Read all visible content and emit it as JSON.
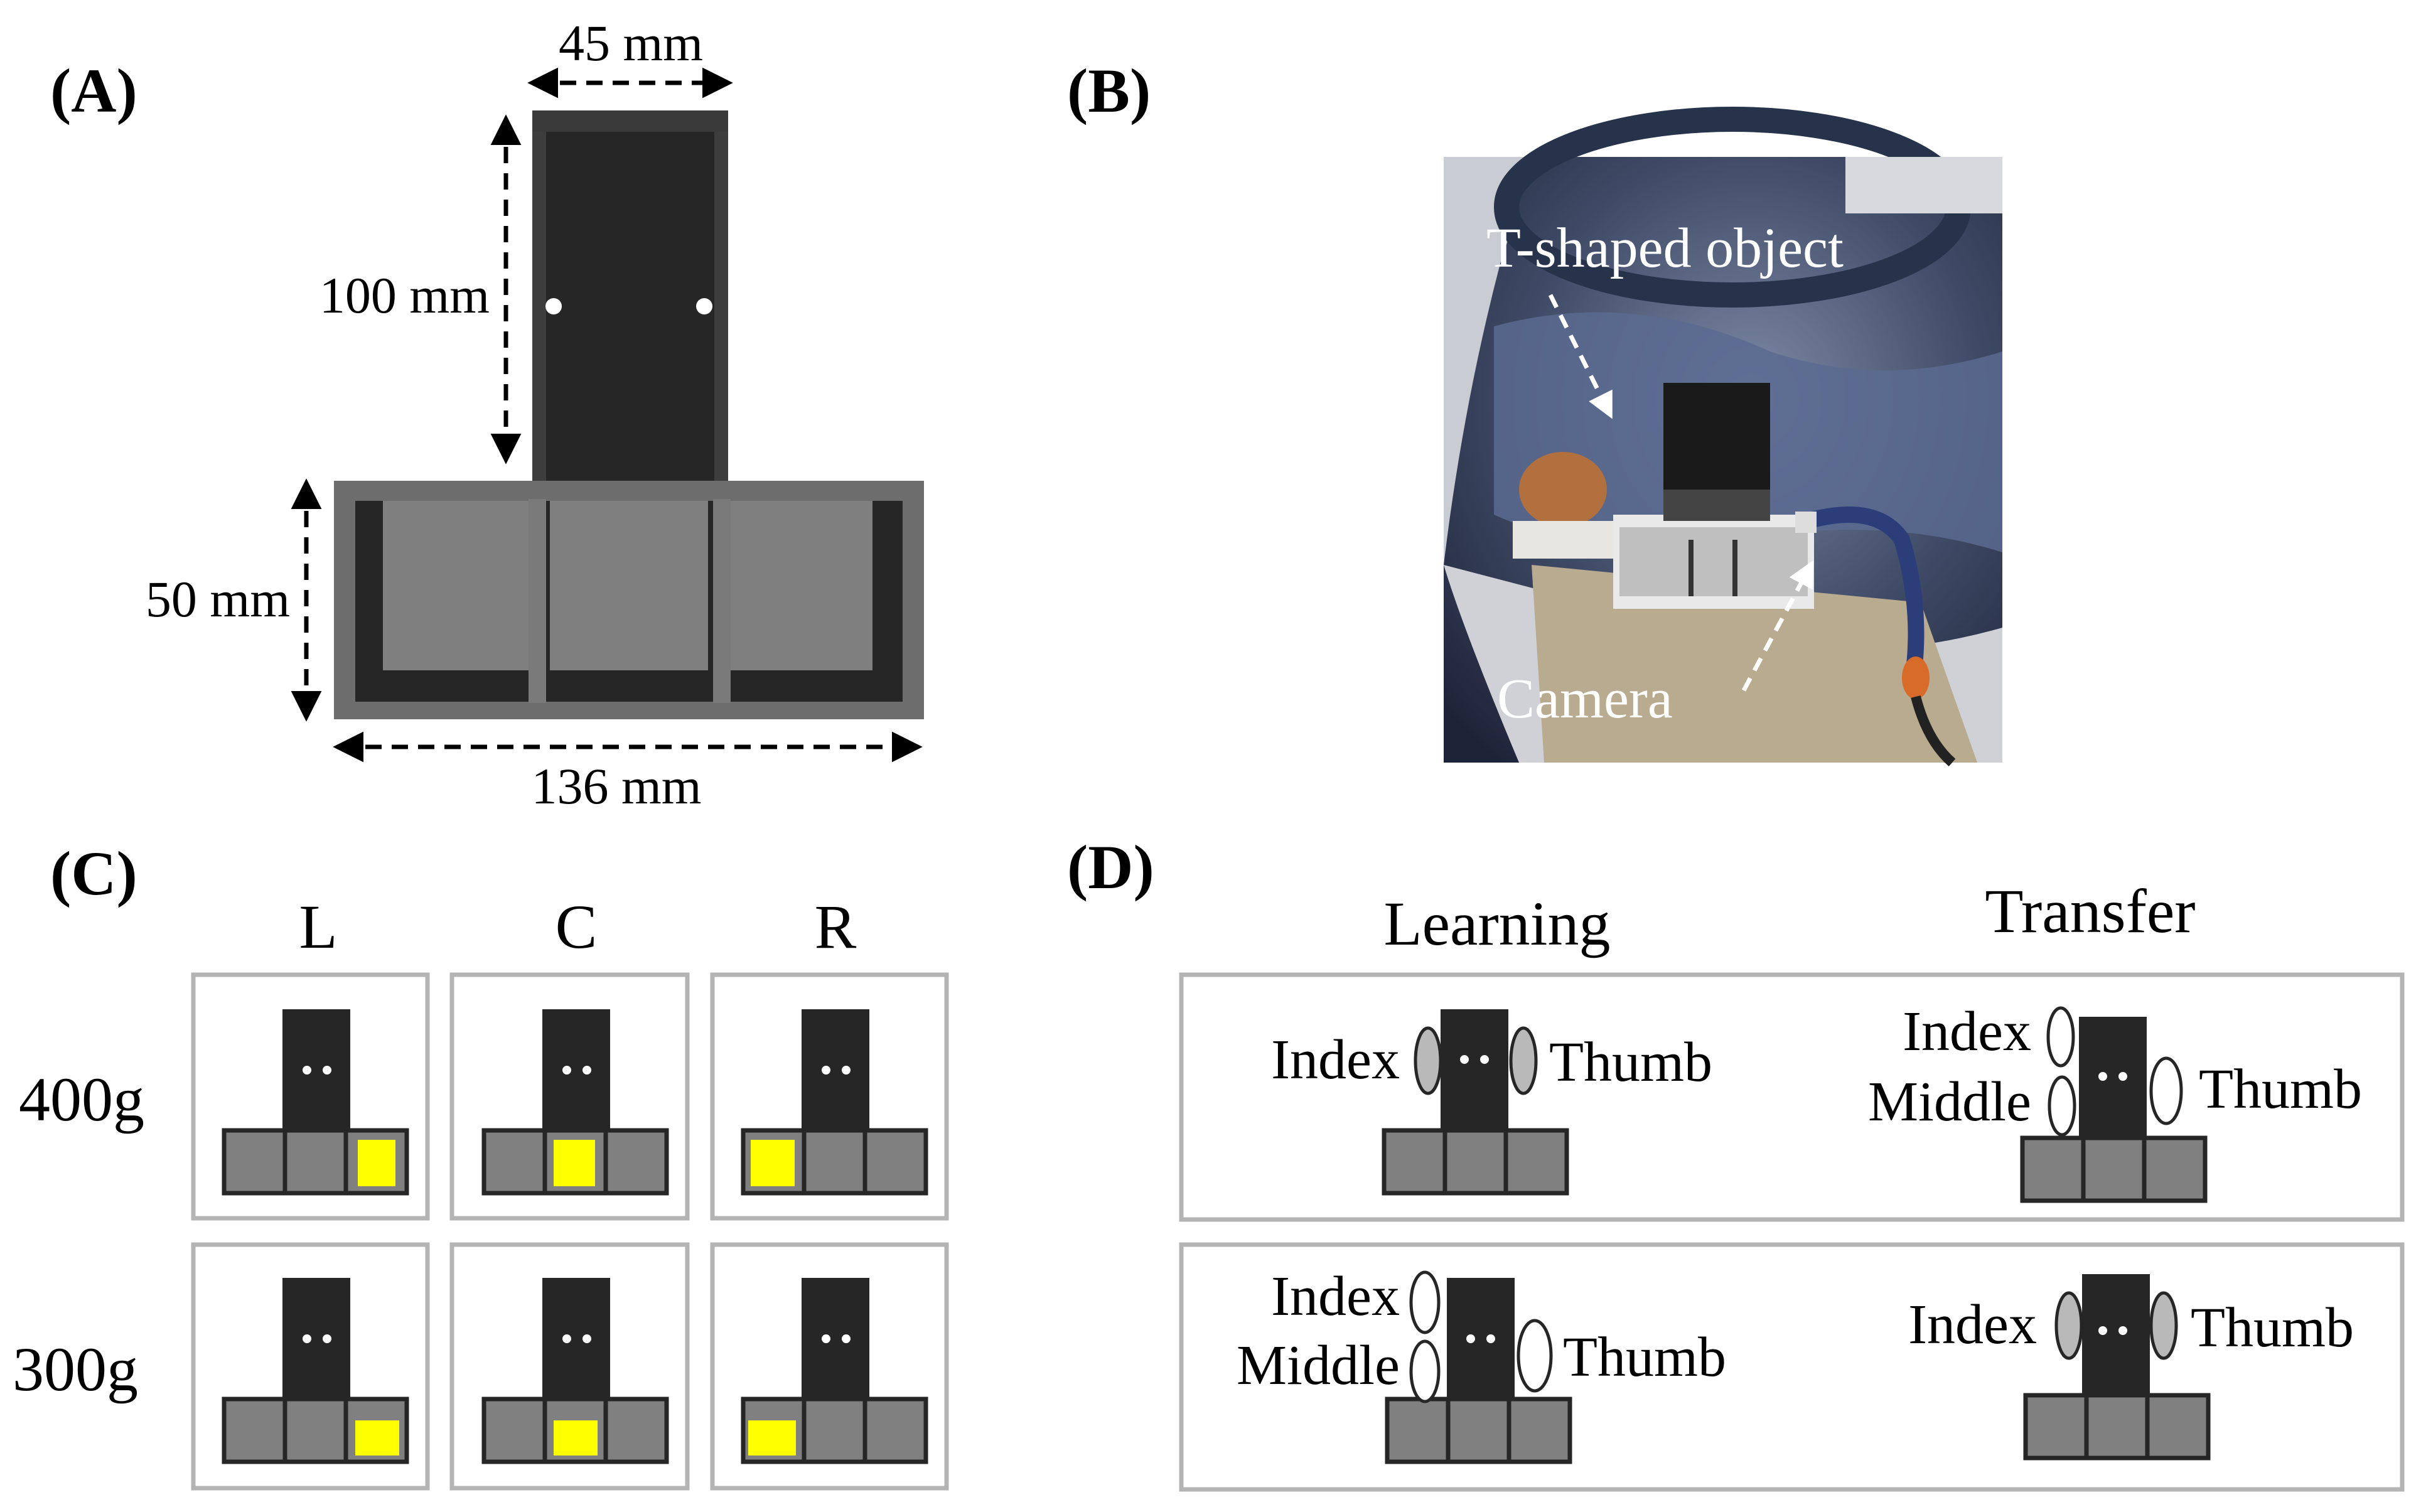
{
  "panels": {
    "a": {
      "label": "(A)",
      "dims": {
        "width_top": "45 mm",
        "height_stem": "100 mm",
        "height_base": "50 mm",
        "width_base": "136 mm"
      }
    },
    "b": {
      "label": "(B)",
      "annotations": {
        "object": "T-shaped object",
        "camera": "Camera"
      }
    },
    "c": {
      "label": "(C)",
      "columns": [
        "L",
        "C",
        "R"
      ],
      "rows": [
        "400g",
        "300g"
      ]
    },
    "d": {
      "label": "(D)",
      "headings": {
        "learning": "Learning",
        "transfer": "Transfer"
      },
      "fingers": {
        "index": "Index",
        "middle": "Middle",
        "thumb": "Thumb"
      }
    }
  },
  "colors": {
    "object_dark": "#262626",
    "object_gray": "#808080",
    "weight": "#ffff00",
    "frame": "#b4b4b4",
    "finger_pad_gray": "#b9b9b9"
  }
}
